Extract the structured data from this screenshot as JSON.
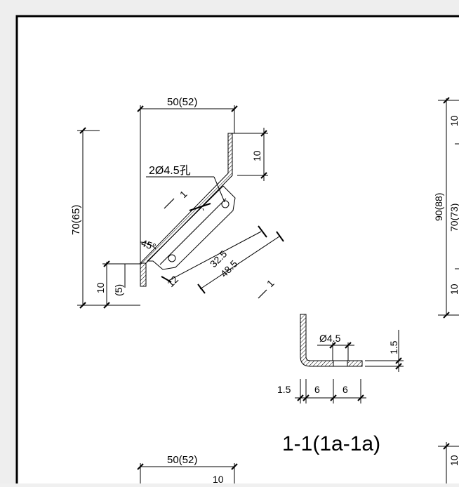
{
  "drawing": {
    "top_width_dim": "50(52)",
    "hole_note": "2Ø4.5孔",
    "section_mark_upper": "1",
    "section_mark_lower": "1",
    "total_height_dim": "70(65)",
    "bottom_leg_dim": "10",
    "bottom_leg_dim_alt": "(5)",
    "top_leg_dim": "10",
    "angle_label": "45°",
    "hole_offset_dim": "12",
    "hole_spacing_dim": "32.5",
    "plate_length_dim": "48.5",
    "right_total_dim": "90(88)",
    "right_inner_dim": "70(73)",
    "right_top_dim": "10",
    "right_bottom_dim": "10",
    "right_lower_dim": "10",
    "section_hole_dim": "Ø4.5",
    "section_thickness_dim": "1.5",
    "section_thickness_dim_bottom": "1.5",
    "section_span1": "6",
    "section_span2": "6",
    "section_title": "1-1(1a-1a)",
    "lower_width_dim": "50(52)",
    "lower_leg_dim": "10"
  }
}
